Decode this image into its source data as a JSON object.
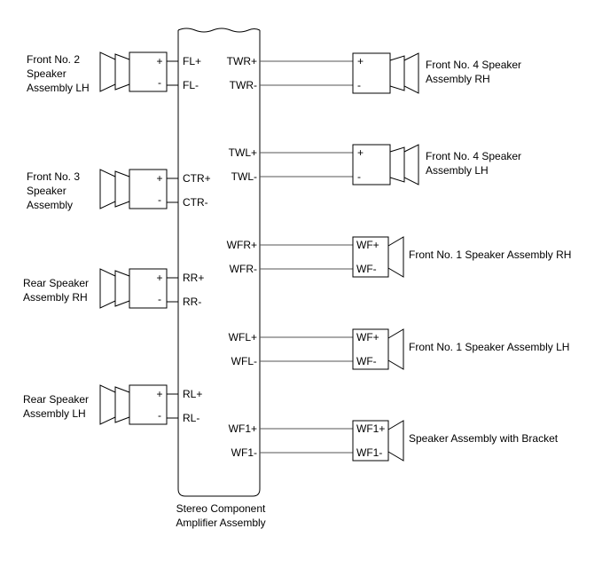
{
  "amplifier": {
    "label_line1": "Stereo Component",
    "label_line2": "Amplifier Assembly"
  },
  "left_speakers": [
    {
      "name_lines": [
        "Front No. 2",
        "Speaker",
        "Assembly LH"
      ],
      "plus": "+",
      "minus": "-",
      "pin_plus": "FL+",
      "pin_minus": "FL-"
    },
    {
      "name_lines": [
        "Front No. 3",
        "Speaker",
        "Assembly"
      ],
      "plus": "+",
      "minus": "-",
      "pin_plus": "CTR+",
      "pin_minus": "CTR-"
    },
    {
      "name_lines": [
        "Rear Speaker",
        "Assembly RH"
      ],
      "plus": "+",
      "minus": "-",
      "pin_plus": "RR+",
      "pin_minus": "RR-"
    },
    {
      "name_lines": [
        "Rear Speaker",
        "Assembly LH"
      ],
      "plus": "+",
      "minus": "-",
      "pin_plus": "RL+",
      "pin_minus": "RL-"
    }
  ],
  "right_speakers": [
    {
      "pin_plus": "TWR+",
      "pin_minus": "TWR-",
      "term_plus": "+",
      "term_minus": "-",
      "name_lines": [
        "Front No. 4 Speaker",
        "Assembly RH"
      ],
      "icon": "tweeter-speaker-icon"
    },
    {
      "pin_plus": "TWL+",
      "pin_minus": "TWL-",
      "term_plus": "+",
      "term_minus": "-",
      "name_lines": [
        "Front No. 4 Speaker",
        "Assembly LH"
      ],
      "icon": "tweeter-speaker-icon"
    },
    {
      "pin_plus": "WFR+",
      "pin_minus": "WFR-",
      "term_plus": "WF+",
      "term_minus": "WF-",
      "name_lines": [
        "Front No. 1 Speaker Assembly RH"
      ],
      "icon": "woofer-speaker-icon"
    },
    {
      "pin_plus": "WFL+",
      "pin_minus": "WFL-",
      "term_plus": "WF+",
      "term_minus": "WF-",
      "name_lines": [
        "Front No. 1 Speaker Assembly LH"
      ],
      "icon": "woofer-speaker-icon"
    },
    {
      "pin_plus": "WF1+",
      "pin_minus": "WF1-",
      "term_plus": "WF1+",
      "term_minus": "WF1-",
      "name_lines": [
        "Speaker Assembly with Bracket"
      ],
      "icon": "woofer-speaker-icon"
    }
  ]
}
